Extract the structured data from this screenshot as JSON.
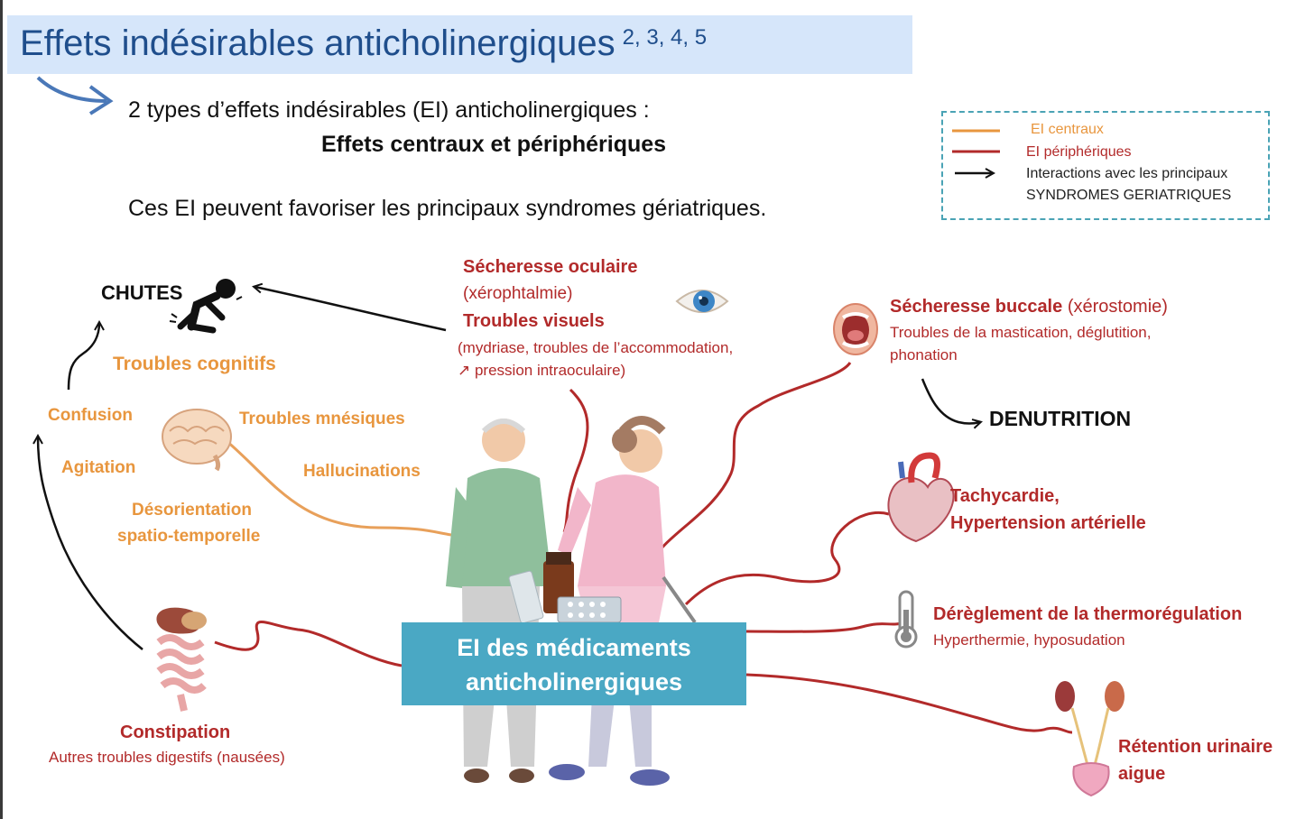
{
  "title": {
    "main": "Effets indésirables anticholinergiques",
    "refs": "2, 3, 4, 5"
  },
  "intro": {
    "line1": "2 types d’effets indésirables (EI) anticholinergiques :",
    "line2": "Effets centraux et périphériques",
    "line3": "Ces EI peuvent favoriser les principaux syndromes gériatriques."
  },
  "legend": {
    "central": "EI centraux",
    "peripheral": "EI périphériques",
    "interactions_1": "Interactions avec les principaux",
    "interactions_2": "SYNDROMES GERIATRIQUES"
  },
  "center": {
    "line1": "EI des médicaments",
    "line2": "anticholinergiques"
  },
  "syndromes": {
    "chutes": "CHUTES",
    "denutrition": "DENUTRITION"
  },
  "central_effects": {
    "cognitifs": "Troubles cognitifs",
    "confusion": "Confusion",
    "agitation": "Agitation",
    "mnesiques": "Troubles mnésiques",
    "hallucinations": "Hallucinations",
    "desorientation_1": "Désorientation",
    "desorientation_2": "spatio-temporelle"
  },
  "peripheral_effects": {
    "ocular_title": "Sécheresse oculaire",
    "ocular_sub": "(xérophtalmie)",
    "visual_title": "Troubles visuels",
    "visual_detail_1": "(mydriase, troubles de l’accommodation,",
    "visual_detail_2": "↗ pression intraoculaire)",
    "buccal_title": "Sécheresse buccale",
    "buccal_paren": "(xérostomie)",
    "buccal_detail_1": "Troubles de la mastication, déglutition,",
    "buccal_detail_2": "phonation",
    "tachy_1": "Tachycardie,",
    "tachy_2": "Hypertension artérielle",
    "thermo_title": "Dérèglement de la thermorégulation",
    "thermo_detail": "Hyperthermie, hyposudation",
    "retention_1": "Rétention urinaire",
    "retention_2": "aigue",
    "constipation": "Constipation",
    "constipation_detail": "Autres troubles digestifs (nausées)"
  },
  "colors": {
    "title_band": "#d6e6fa",
    "title_text": "#1f4e8c",
    "central": "#e8963e",
    "peripheral": "#b22a2a",
    "center_box": "#4aa8c4",
    "legend_border": "#4aa3b5"
  },
  "icons": [
    "falling-person-icon",
    "eye-icon",
    "mouth-icon",
    "brain-icon",
    "heart-icon",
    "thermometer-icon",
    "kidneys-bladder-icon",
    "digestive-system-icon",
    "elderly-couple-illustration",
    "medication-icon"
  ]
}
